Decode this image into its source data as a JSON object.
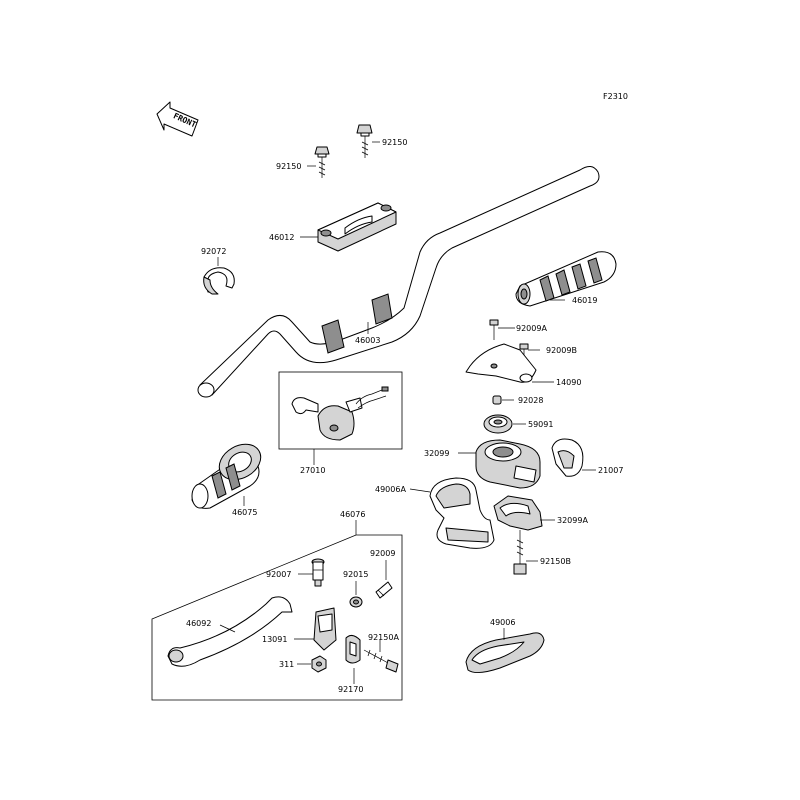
{
  "diagram_code": "F2310",
  "front_label": "FRONT",
  "labels": {
    "p92150_left": "92150",
    "p92150_right": "92150",
    "p46012": "46012",
    "p92072": "92072",
    "p46003": "46003",
    "p46019": "46019",
    "p92009A": "92009A",
    "p92009B": "92009B",
    "p14090": "14090",
    "p92028": "92028",
    "p59091": "59091",
    "p32099": "32099",
    "p21007": "21007",
    "p49006A": "49006A",
    "p32099A": "32099A",
    "p92150B": "92150B",
    "p27010": "27010",
    "p46075": "46075",
    "p46076": "46076",
    "p92009": "92009",
    "p92007": "92007",
    "p92015": "92015",
    "p46092": "46092",
    "p13091": "13091",
    "p92150A": "92150A",
    "p311": "311",
    "p92170": "92170",
    "p49006": "49006"
  }
}
